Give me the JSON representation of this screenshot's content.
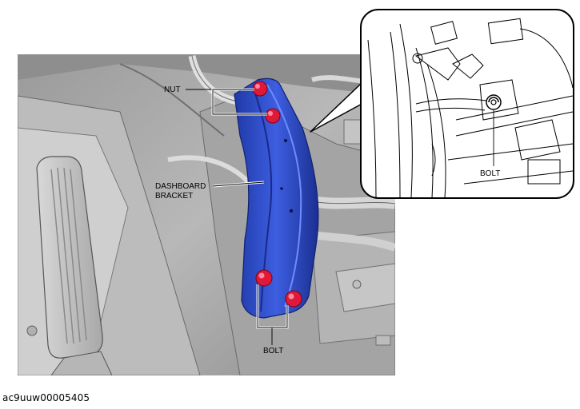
{
  "labels": {
    "nut": "NUT",
    "dashboard_bracket_line1": "DASHBOARD",
    "dashboard_bracket_line2": "BRACKET",
    "bolt_main": "BOLT",
    "bolt_detail": "BOLT"
  },
  "figure_id": "ac9uuw00005405",
  "colors": {
    "bracket": "#2b47c8",
    "fastener": "#e0193a",
    "background_gray": "#c8c8c8"
  }
}
